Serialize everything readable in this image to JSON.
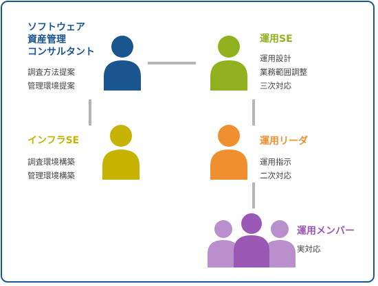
{
  "roles": {
    "consultant": {
      "title_lines": [
        "ソフトウェア",
        "資産管理",
        "コンサルタント"
      ],
      "tasks": [
        "調査方法提案",
        "管理環境提案"
      ],
      "color": "#1a5590"
    },
    "ops_se": {
      "title": "運用SE",
      "tasks": [
        "運用設計",
        "業務範囲調整",
        "三次対応"
      ],
      "color": "#8fb21e"
    },
    "infra_se": {
      "title": "インフラSE",
      "tasks": [
        "調査環境構築",
        "管理環境構築"
      ],
      "color": "#c5b300"
    },
    "ops_leader": {
      "title": "運用リーダ",
      "tasks": [
        "運用指示",
        "二次対応"
      ],
      "color": "#f08f2f"
    },
    "ops_member": {
      "title": "運用メンバー",
      "tasks": [
        "実対応"
      ],
      "color": "#9b59b6",
      "color_light": "#b98fcc"
    }
  },
  "connector_color": "#b5b5b5",
  "frame_color": "#1a5590"
}
